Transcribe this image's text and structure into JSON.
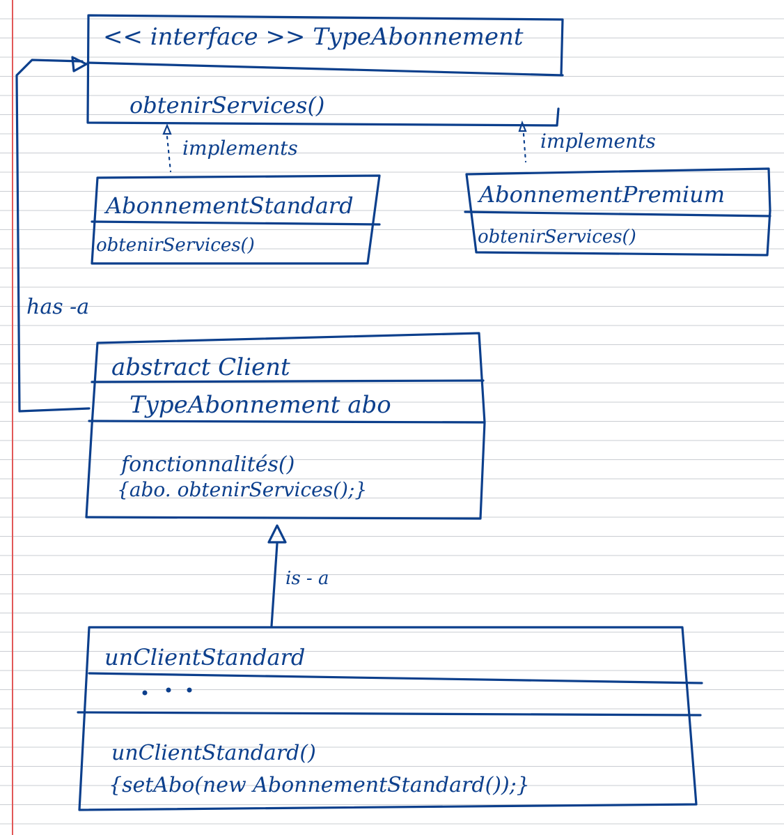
{
  "interface_box": {
    "title": "<< interface >> TypeAbonnement",
    "method": "obtenirServices()"
  },
  "standard_box": {
    "title": "AbonnementStandard",
    "method": "obtenirServices()"
  },
  "premium_box": {
    "title": "AbonnementPremium",
    "method": "obtenirServices()"
  },
  "relations": {
    "implements_left": "implements",
    "implements_right": "implements",
    "has_a": "has -a",
    "is_a": "is - a"
  },
  "client_box": {
    "title": "abstract Client",
    "attribute": "TypeAbonnement abo",
    "method": "fonctionnalités()",
    "body": "{abo. obtenirServices();}"
  },
  "subclass_box": {
    "title": "unClientStandard",
    "method": "unClientStandard()",
    "body": "{setAbo(new AbonnementStandard());}"
  },
  "colors": {
    "ink": "#0c3f8c",
    "margin": "#e25757",
    "rule": "#c9ccd1"
  }
}
